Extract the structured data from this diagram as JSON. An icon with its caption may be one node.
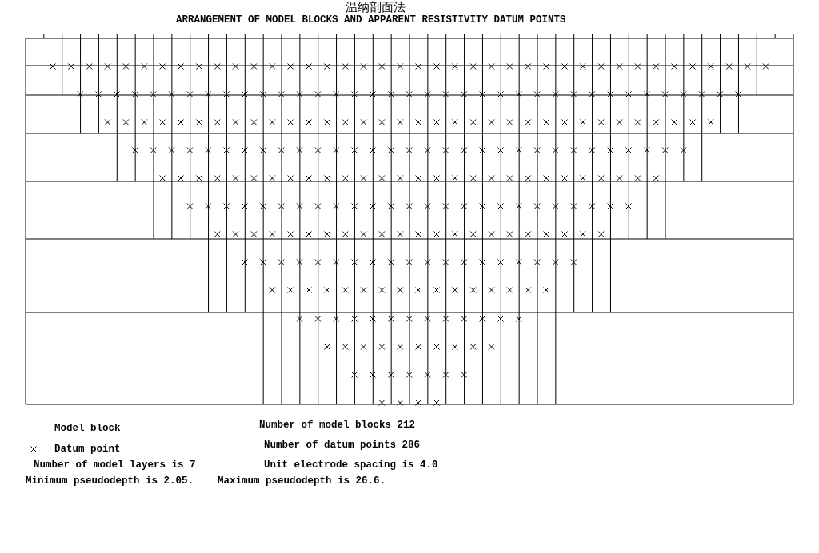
{
  "diagram": {
    "title": "温纳剖面法",
    "labels": [
      "ARRANGEMENT OF MODEL BLOCKS AND APPARENT RESISTIVITY DATUM POINTS",
      "Number of model blocks 212",
      "Number of datum points 286",
      "Number of model layers is 7",
      "Unit electrode spacing is 4.0",
      "Minimum pseudodepth is 2.05.",
      "Maximum pseudodepth is 26.6."
    ],
    "legend": [
      {
        "text": "Model block"
      },
      {
        "text": "Datum point"
      }
    ]
  }
}
